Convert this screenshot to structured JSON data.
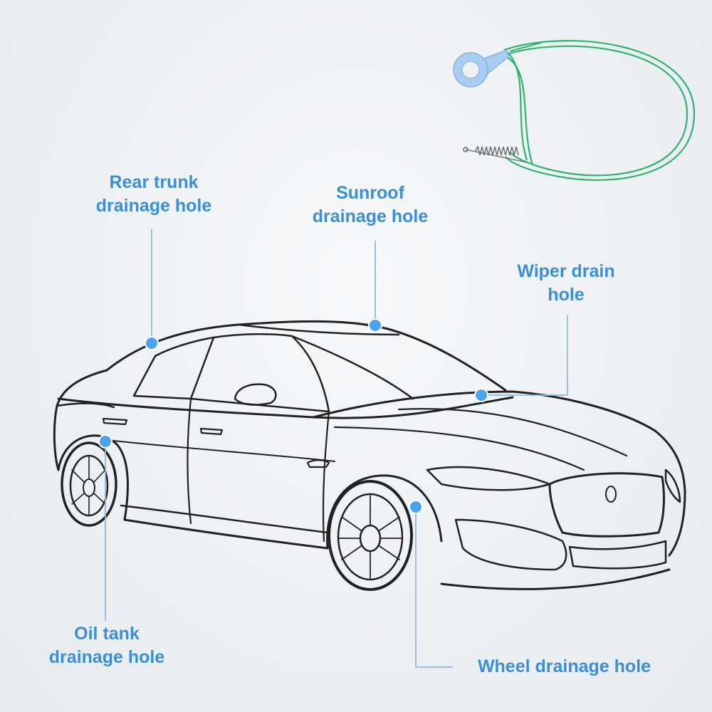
{
  "labels": {
    "rear_trunk": {
      "line1": "Rear trunk",
      "line2": "drainage hole"
    },
    "sunroof": {
      "line1": "Sunroof",
      "line2": "drainage hole"
    },
    "wiper": {
      "line1": "Wiper drain",
      "line2": "hole"
    },
    "oil_tank": {
      "line1": "Oil tank",
      "line2": "drainage hole"
    },
    "wheel": {
      "line1": "Wheel drainage hole"
    }
  },
  "colors": {
    "label_text": "#3b8fd9",
    "marker": "#4aa3ee",
    "leader_line": "#8fb8dc",
    "car_outline": "#222222",
    "tool_handle": "#a9cdf2",
    "tool_wire": "#2fb36e"
  },
  "icons": {
    "tool": "drain-cleaning-tool-icon",
    "car": "sedan-car-outline-icon"
  }
}
